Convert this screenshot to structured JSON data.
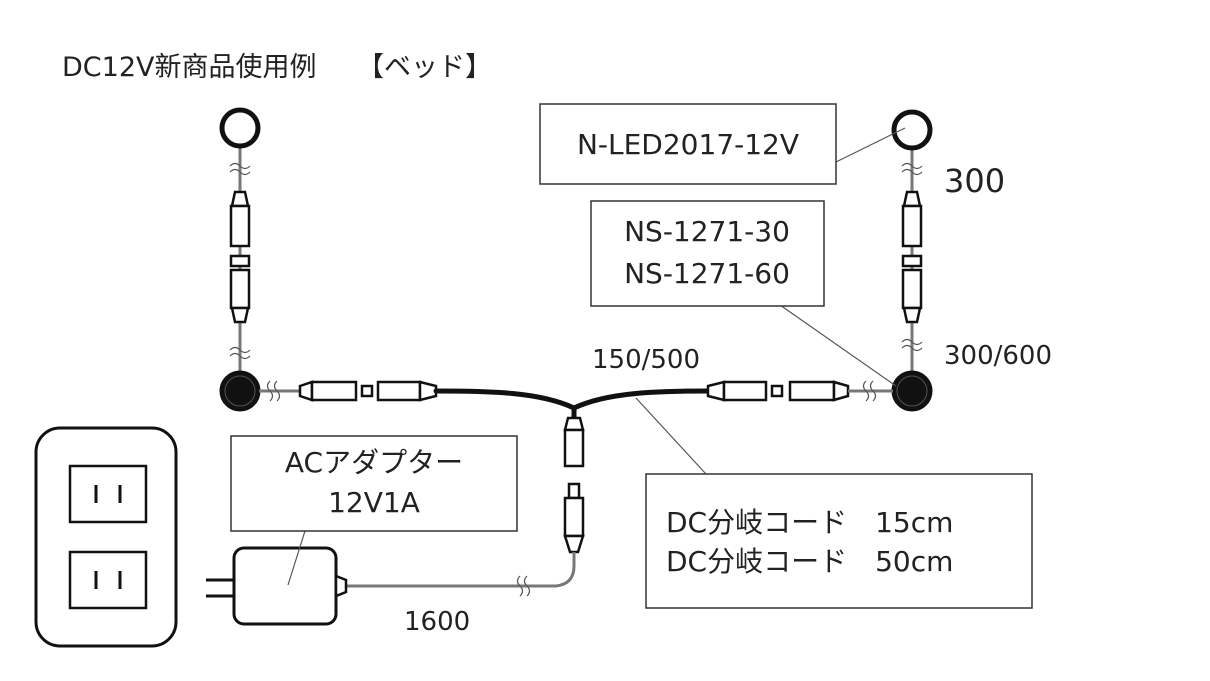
{
  "title": "DC12V新商品使用例　　【ベッド】",
  "labels": {
    "led_model": "N-LED2017-12V",
    "extension_model_1": "NS-1271-30",
    "extension_model_2": "NS-1271-60",
    "adapter_line_1": "ACアダプター",
    "adapter_line_2": "12V1A",
    "splitter_line_1": "DC分岐コード　15cm",
    "splitter_line_2": "DC分岐コード　50cm"
  },
  "dimensions": {
    "led_lead": "300",
    "extension": "300/600",
    "splitter": "150/500",
    "adapter_cable": "1600"
  }
}
